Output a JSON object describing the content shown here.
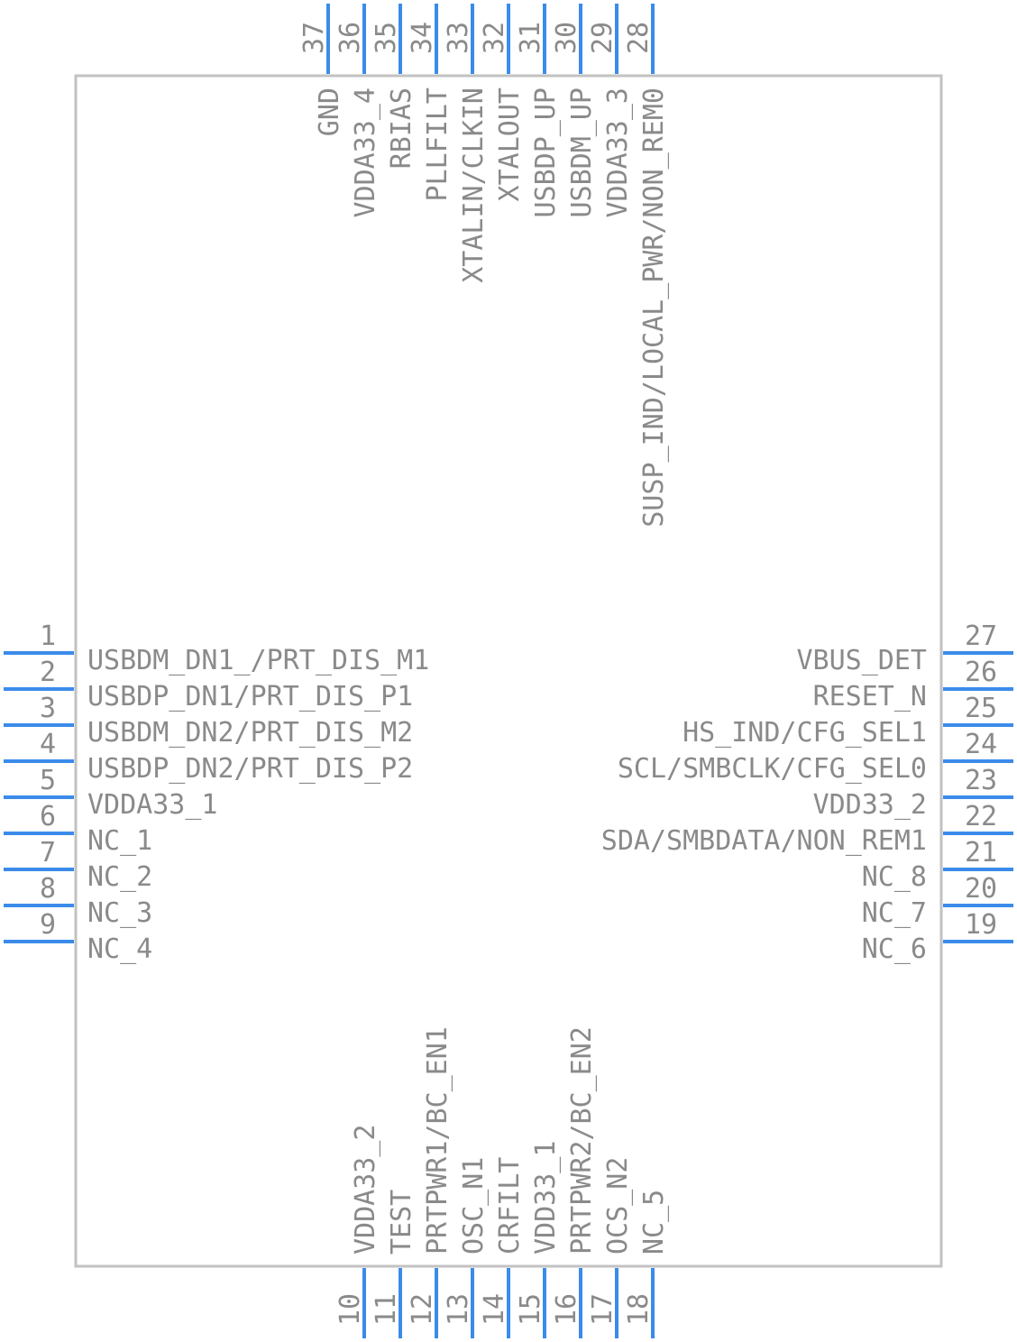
{
  "colors": {
    "pin": "#3b8bea",
    "body_outline": "#c2c2c2",
    "text": "#8a8a8a",
    "background": "#ffffff"
  },
  "pins": {
    "left": [
      {
        "number": "1",
        "label": "USBDM_DN1_/PRT_DIS_M1"
      },
      {
        "number": "2",
        "label": "USBDP_DN1/PRT_DIS_P1"
      },
      {
        "number": "3",
        "label": "USBDM_DN2/PRT_DIS_M2"
      },
      {
        "number": "4",
        "label": "USBDP_DN2/PRT_DIS_P2"
      },
      {
        "number": "5",
        "label": "VDDA33_1"
      },
      {
        "number": "6",
        "label": "NC_1"
      },
      {
        "number": "7",
        "label": "NC_2"
      },
      {
        "number": "8",
        "label": "NC_3"
      },
      {
        "number": "9",
        "label": "NC_4"
      }
    ],
    "right": [
      {
        "number": "27",
        "label": "VBUS_DET"
      },
      {
        "number": "26",
        "label": "RESET_N"
      },
      {
        "number": "25",
        "label": "HS_IND/CFG_SEL1"
      },
      {
        "number": "24",
        "label": "SCL/SMBCLK/CFG_SEL0"
      },
      {
        "number": "23",
        "label": "VDD33_2"
      },
      {
        "number": "22",
        "label": "SDA/SMBDATA/NON_REM1"
      },
      {
        "number": "21",
        "label": "NC_8"
      },
      {
        "number": "20",
        "label": "NC_7"
      },
      {
        "number": "19",
        "label": "NC_6"
      }
    ],
    "top": [
      {
        "number": "37",
        "label": "GND"
      },
      {
        "number": "36",
        "label": "VDDA33_4"
      },
      {
        "number": "35",
        "label": "RBIAS"
      },
      {
        "number": "34",
        "label": "PLLFILT"
      },
      {
        "number": "33",
        "label": "XTALIN/CLKIN"
      },
      {
        "number": "32",
        "label": "XTALOUT"
      },
      {
        "number": "31",
        "label": "USBDP_UP"
      },
      {
        "number": "30",
        "label": "USBDM_UP"
      },
      {
        "number": "29",
        "label": "VDDA33_3"
      },
      {
        "number": "28",
        "label": "SUSP_IND/LOCAL_PWR/NON_REM0"
      }
    ],
    "bottom": [
      {
        "number": "10",
        "label": "VDDA33_2"
      },
      {
        "number": "11",
        "label": "TEST"
      },
      {
        "number": "12",
        "label": "PRTPWR1/BC_EN1"
      },
      {
        "number": "13",
        "label": "OSC_N1"
      },
      {
        "number": "14",
        "label": "CRFILT"
      },
      {
        "number": "15",
        "label": "VDD33_1"
      },
      {
        "number": "16",
        "label": "PRTPWR2/BC_EN2"
      },
      {
        "number": "17",
        "label": "OCS_N2"
      },
      {
        "number": "18",
        "label": "NC_5"
      }
    ]
  }
}
